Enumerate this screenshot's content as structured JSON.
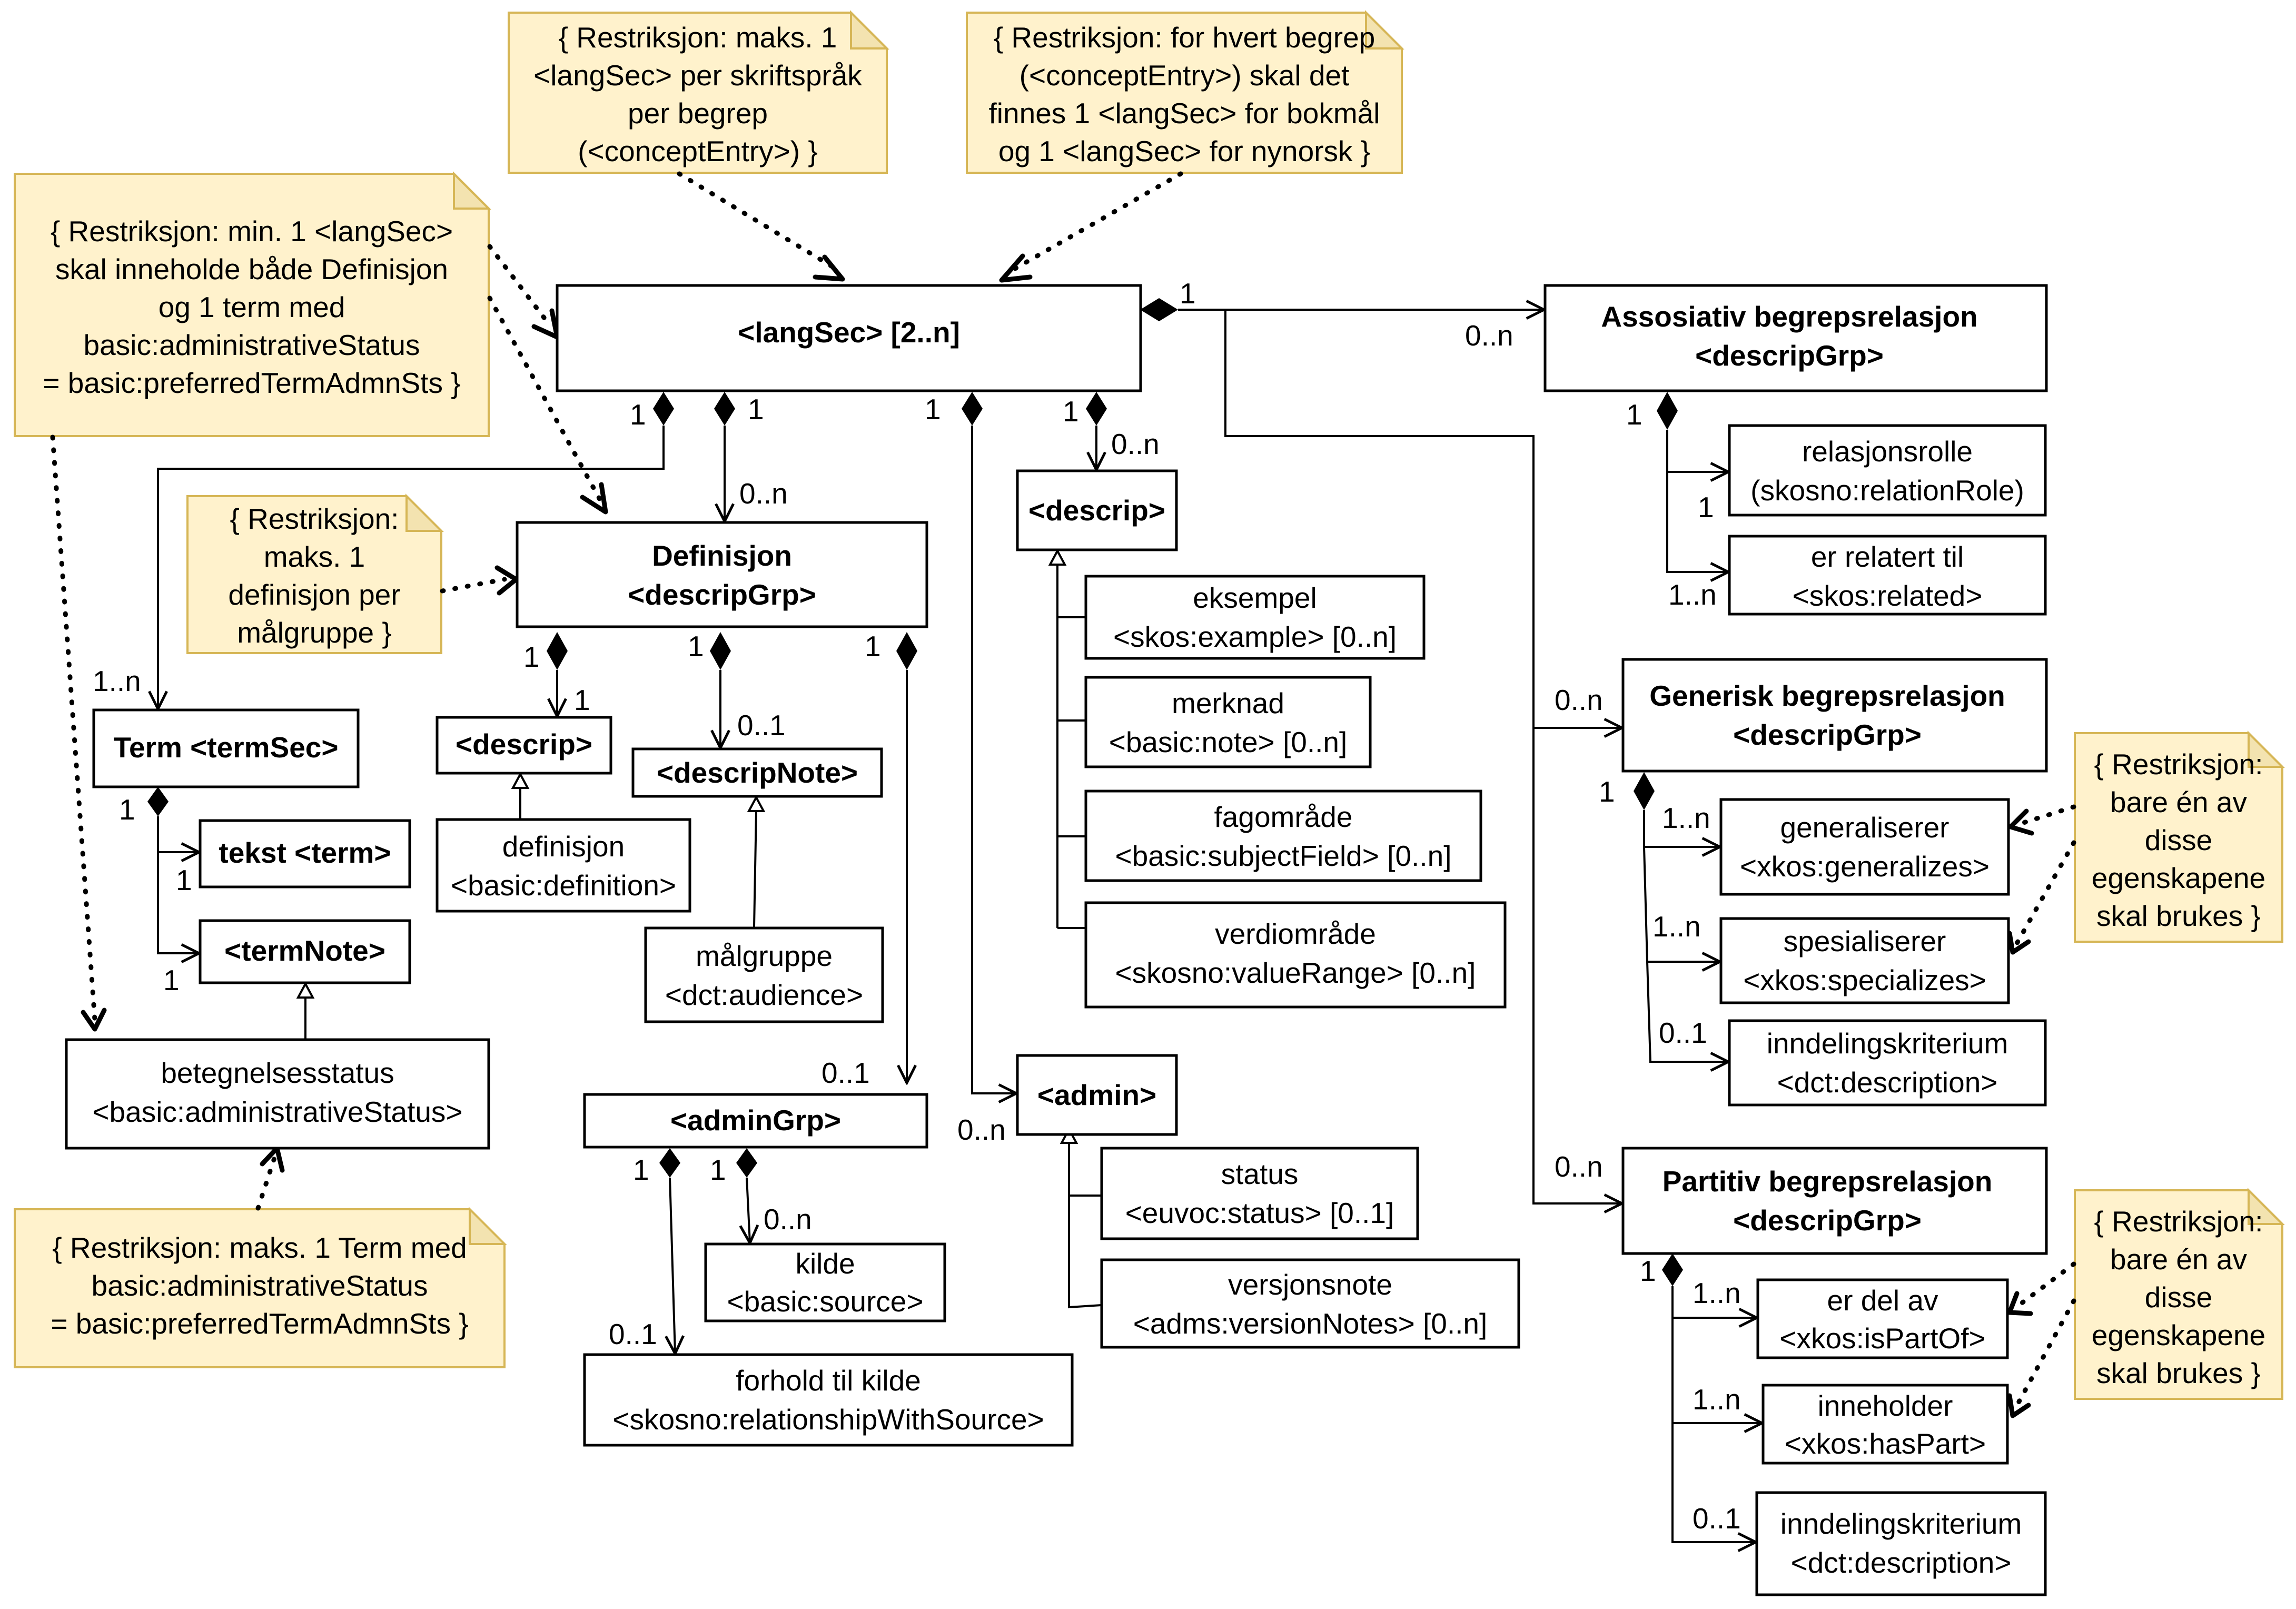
{
  "notes": {
    "langsec_per_script": [
      "{ Restriksjon: maks. 1",
      "<langSec> per skriftspråk",
      "per begrep",
      "(<conceptEntry>) }"
    ],
    "langsec_bokmal_nynorsk": [
      "{ Restriksjon: for hvert begrep",
      "(<conceptEntry>) skal det",
      "finnes 1 <langSec> for bokmål",
      "og 1 <langSec> for nynorsk }"
    ],
    "min_one_langsec": [
      "{ Restriksjon: min. 1 <langSec>",
      "skal inneholde både Definisjon",
      "og 1 term med",
      "basic:administrativeStatus",
      "= basic:preferredTermAdmnSts }"
    ],
    "one_definition": [
      "{ Restriksjon:",
      "maks. 1",
      "definisjon per",
      "målgruppe }"
    ],
    "one_term_preferred": [
      "{ Restriksjon: maks. 1 Term med",
      "basic:administrativeStatus",
      "= basic:preferredTermAdmnSts }"
    ],
    "generic_one_of": [
      "{ Restriksjon:",
      "bare én av",
      "disse",
      "egenskapene",
      "skal brukes }"
    ],
    "partitive_one_of": [
      "{ Restriksjon:",
      "bare én av",
      "disse",
      "egenskapene",
      "skal brukes }"
    ]
  },
  "boxes": {
    "langsec": [
      "<langSec> [2..n]"
    ],
    "assoc": [
      "Assosiativ begrepsrelasjon",
      "<descripGrp>"
    ],
    "relation_role": [
      "relasjonsrolle",
      "(skosno:relationRole)"
    ],
    "related": [
      "er relatert til",
      "<skos:related>"
    ],
    "generic": [
      "Generisk begrepsrelasjon",
      "<descripGrp>"
    ],
    "generalizes": [
      "generaliserer",
      "<xkos:generalizes>"
    ],
    "specializes": [
      "spesialiserer",
      "<xkos:specializes>"
    ],
    "generic_criterion": [
      "inndelingskriterium",
      "<dct:description>"
    ],
    "partitive": [
      "Partitiv begrepsrelasjon",
      "<descripGrp>"
    ],
    "is_part_of": [
      "er del av",
      "<xkos:isPartOf>"
    ],
    "has_part": [
      "inneholder",
      "<xkos:hasPart>"
    ],
    "partitive_criterion": [
      "inndelingskriterium",
      "<dct:description>"
    ],
    "definition": [
      "Definisjon",
      "<descripGrp>"
    ],
    "descrip_main": [
      "<descrip>"
    ],
    "example": [
      "eksempel",
      "<skos:example> [0..n]"
    ],
    "note": [
      "merknad",
      "<basic:note> [0..n]"
    ],
    "subject_field": [
      "fagområde",
      "<basic:subjectField> [0..n]"
    ],
    "value_range": [
      "verdiområde",
      "<skosno:valueRange> [0..n]"
    ],
    "term": [
      "Term <termSec>"
    ],
    "term_text": [
      "tekst <term>"
    ],
    "term_note": [
      "<termNote>"
    ],
    "admin_status": [
      "betegnelsesstatus",
      "<basic:administrativeStatus>"
    ],
    "def_descrip": [
      "<descrip>"
    ],
    "definition_text": [
      "definisjon",
      "<basic:definition>"
    ],
    "descrip_note": [
      "<descripNote>"
    ],
    "audience": [
      "målgruppe",
      "<dct:audience>"
    ],
    "admin_grp": [
      "<adminGrp>"
    ],
    "source": [
      "kilde",
      "<basic:source>"
    ],
    "source_relation": [
      "forhold til kilde",
      "<skosno:relationshipWithSource>"
    ],
    "admin": [
      "<admin>"
    ],
    "status": [
      "status",
      "<euvoc:status> [0..1]"
    ],
    "version_note": [
      "versjonsnote",
      "<adms:versionNotes> [0..n]"
    ]
  },
  "multiplicities": {
    "langsec_assoc_src": "1",
    "langsec_assoc_dst": "0..n",
    "langsec_term_src": "1",
    "langsec_term_dst": "1..n",
    "langsec_def_src": "1",
    "langsec_def_dst": "0..n",
    "langsec_admin_src": "1",
    "langsec_admin_dst": "0..n",
    "langsec_descrip_src": "1",
    "langsec_descrip_dst": "0..n",
    "assoc_src": "1",
    "assoc_role": "1",
    "assoc_related": "1..n",
    "generic_dst": "0..n",
    "generic_src": "1",
    "generic_gen": "1..n",
    "generic_spec": "1..n",
    "generic_crit": "0..1",
    "partitive_dst": "0..n",
    "partitive_src": "1",
    "partitive_part_of": "1..n",
    "partitive_has_part": "1..n",
    "partitive_crit": "0..1",
    "def_descrip_src": "1",
    "def_descrip_dst": "1",
    "def_note_src": "1",
    "def_note_dst": "0..1",
    "def_admin_src": "1",
    "def_admin_dst": "0..1",
    "term_src": "1",
    "term_text": "1",
    "term_note": "1",
    "admingrp_rel_src": "1",
    "admingrp_rel_dst": "0..1",
    "admingrp_source_src": "1",
    "admingrp_source_dst": "0..n"
  }
}
